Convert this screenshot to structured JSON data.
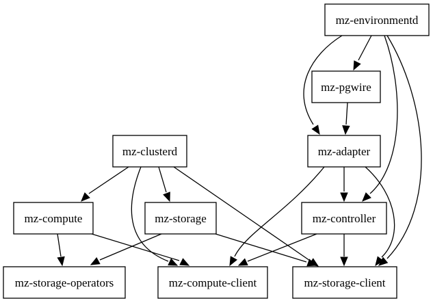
{
  "diagram": {
    "nodes": [
      {
        "id": "environmentd",
        "label": "mz-environmentd"
      },
      {
        "id": "pgwire",
        "label": "mz-pgwire"
      },
      {
        "id": "clusterd",
        "label": "mz-clusterd"
      },
      {
        "id": "adapter",
        "label": "mz-adapter"
      },
      {
        "id": "compute",
        "label": "mz-compute"
      },
      {
        "id": "storage",
        "label": "mz-storage"
      },
      {
        "id": "controller",
        "label": "mz-controller"
      },
      {
        "id": "storage_operators",
        "label": "mz-storage-operators"
      },
      {
        "id": "compute_client",
        "label": "mz-compute-client"
      },
      {
        "id": "storage_client",
        "label": "mz-storage-client"
      }
    ],
    "edges": [
      {
        "from": "environmentd",
        "to": "pgwire"
      },
      {
        "from": "environmentd",
        "to": "adapter"
      },
      {
        "from": "environmentd",
        "to": "controller"
      },
      {
        "from": "environmentd",
        "to": "storage_client"
      },
      {
        "from": "pgwire",
        "to": "adapter"
      },
      {
        "from": "adapter",
        "to": "controller"
      },
      {
        "from": "adapter",
        "to": "compute_client"
      },
      {
        "from": "adapter",
        "to": "storage_client"
      },
      {
        "from": "clusterd",
        "to": "compute"
      },
      {
        "from": "clusterd",
        "to": "storage"
      },
      {
        "from": "clusterd",
        "to": "compute_client"
      },
      {
        "from": "clusterd",
        "to": "storage_client"
      },
      {
        "from": "compute",
        "to": "storage_operators"
      },
      {
        "from": "compute",
        "to": "compute_client"
      },
      {
        "from": "storage",
        "to": "storage_operators"
      },
      {
        "from": "storage",
        "to": "storage_client"
      },
      {
        "from": "controller",
        "to": "compute_client"
      },
      {
        "from": "controller",
        "to": "storage_client"
      }
    ]
  }
}
